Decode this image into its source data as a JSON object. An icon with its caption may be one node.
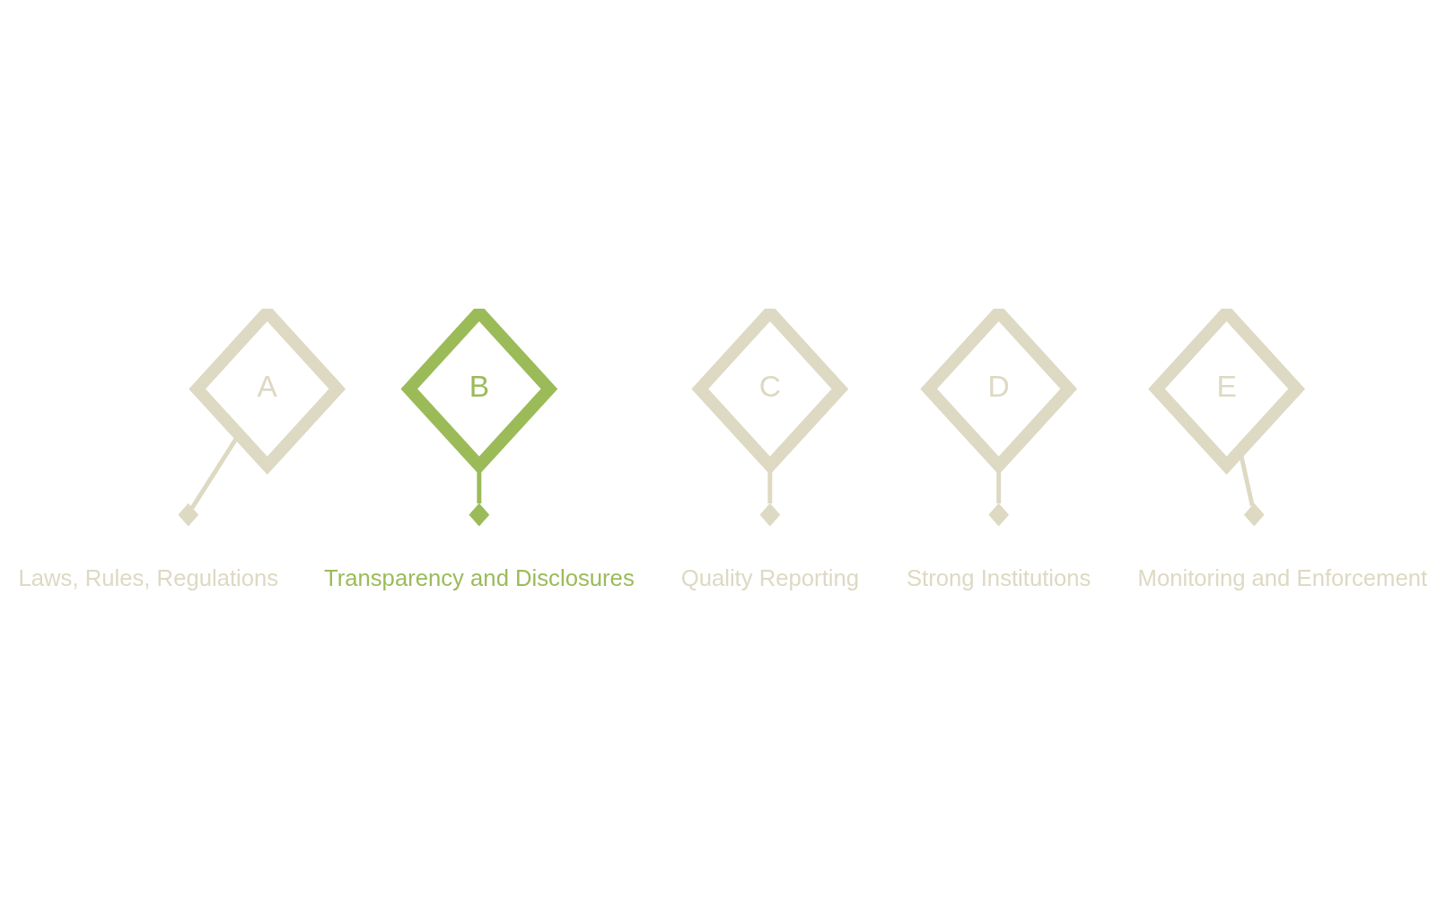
{
  "diagram": {
    "nodes": [
      {
        "text": [
          "A"
        ]
      },
      {
        "text": [
          "B"
        ]
      },
      {
        "text": [
          "C"
        ]
      },
      {
        "text": [
          "D"
        ]
      },
      {
        "text": [
          "E"
        ]
      },
      {
        "text": [],
        "shape": "diamond",
        "beside": [
          "Laws, Rules, Regulations"
        ]
      },
      {
        "text": [],
        "shape": "diamond",
        "beside": [
          "Transparency and Disclosures"
        ]
      },
      {
        "text": [],
        "shape": "diamond",
        "beside": [
          "Quality Reporting"
        ]
      },
      {
        "text": [],
        "shape": "diamond",
        "beside": [
          "Strong Institutions"
        ]
      },
      {
        "text": [],
        "shape": "diamond",
        "beside": [
          "Monitoring and Enforcement"
        ]
      }
    ],
    "edges": [
      {
        "from": 0,
        "to": 5,
        "arrow": "none"
      },
      {
        "from": 1,
        "to": 6,
        "arrow": "none",
        "color": "#9bbb59"
      },
      {
        "from": 2,
        "to": 7,
        "arrow": "none"
      },
      {
        "from": 3,
        "to": 8,
        "arrow": "none"
      },
      {
        "from": 4,
        "to": 9,
        "arrow": "none"
      }
    ]
  }
}
